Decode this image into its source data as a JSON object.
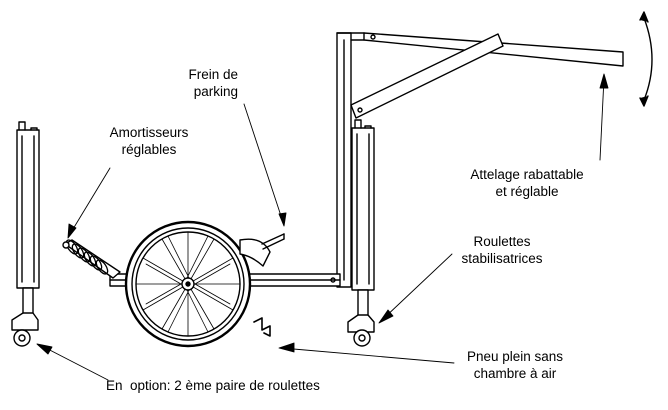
{
  "labels": {
    "parking_brake": [
      "Frein de",
      "parking"
    ],
    "shock_absorbers": [
      "Amortisseurs",
      "réglables"
    ],
    "hitch": [
      "Attelage rabattable",
      "et réglable"
    ],
    "stabilizer_wheels": [
      "Roulettes",
      "stabilisatrices"
    ],
    "tire": [
      "Pneu plein sans",
      "chambre à air"
    ],
    "option": "En  option: 2 ème paire de roulettes"
  }
}
